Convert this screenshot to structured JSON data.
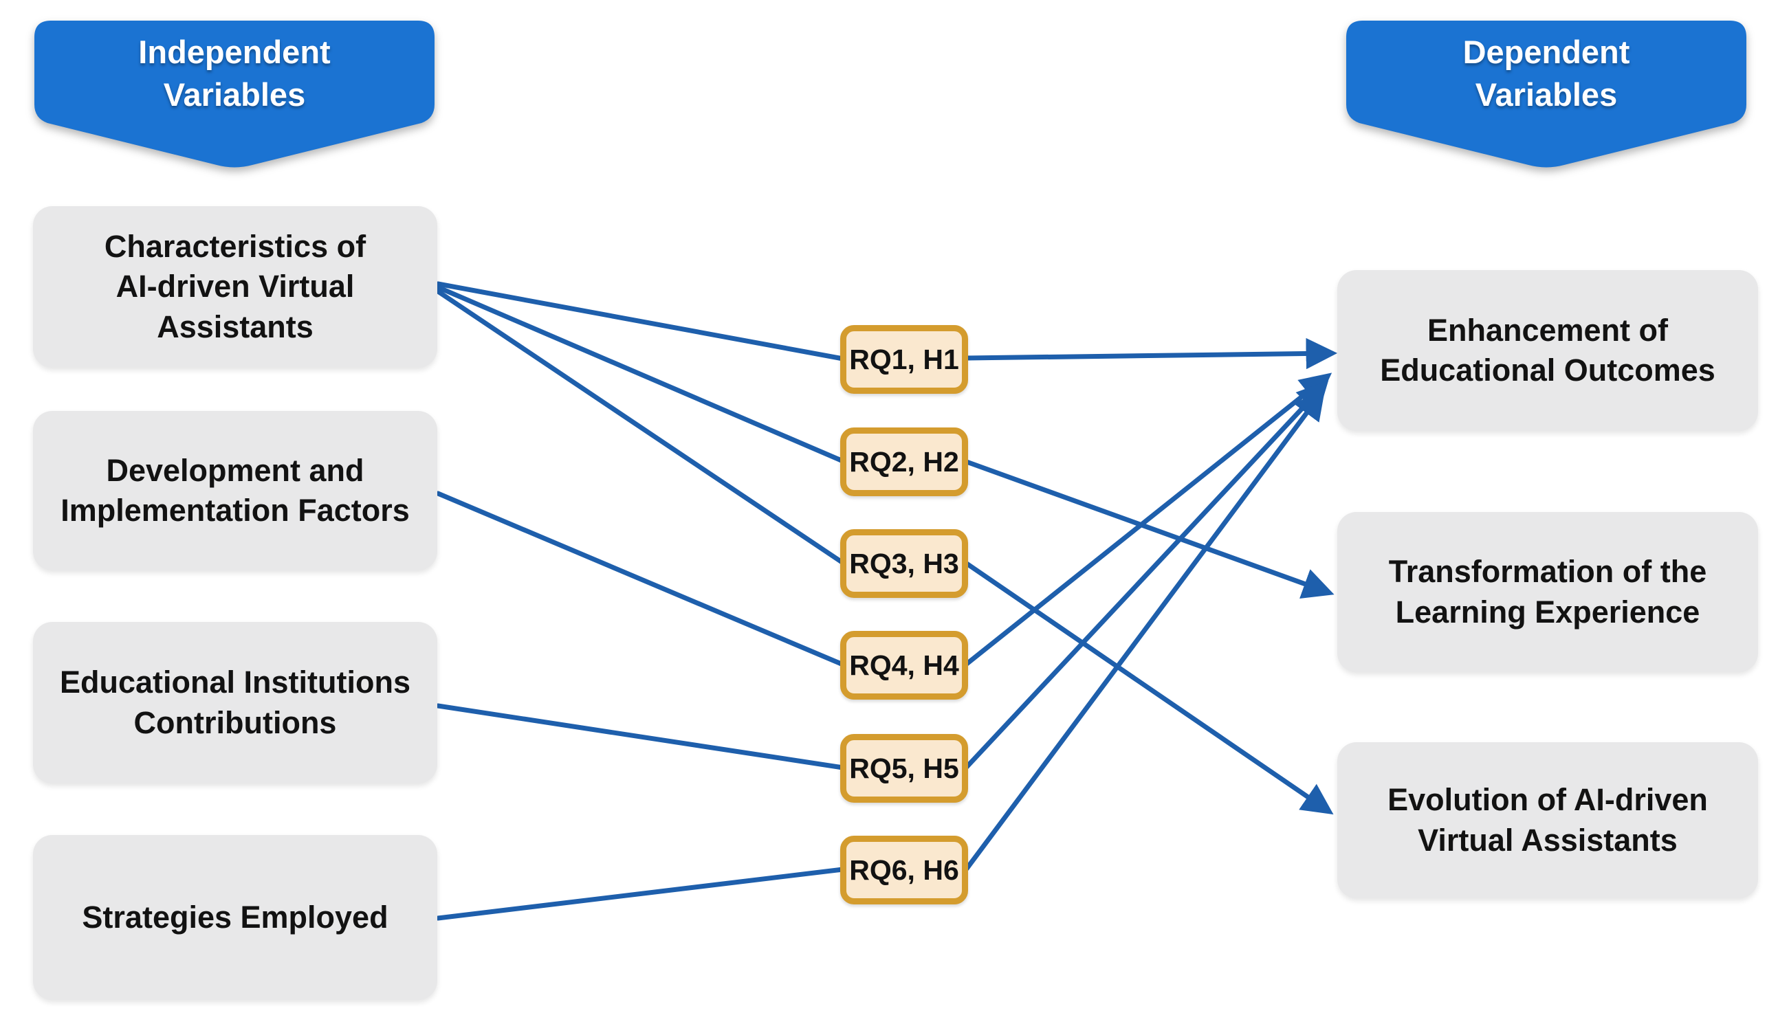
{
  "colors": {
    "banner_blue": "#1B73D2",
    "connector_blue": "#1E5FAC",
    "box_gray": "#E8E8E9",
    "chip_fill": "#FAE8CF",
    "chip_border": "#D49C2E",
    "text_dark": "#121212",
    "banner_text": "#FFFFFF"
  },
  "headers": {
    "independent": "Independent\nVariables",
    "dependent": "Dependent\nVariables"
  },
  "independent_variables": [
    {
      "label": "Characteristics of\nAI-driven Virtual\nAssistants"
    },
    {
      "label": "Development and\nImplementation Factors"
    },
    {
      "label": "Educational Institutions\nContributions"
    },
    {
      "label": "Strategies Employed"
    }
  ],
  "research_links": [
    {
      "label": "RQ1, H1"
    },
    {
      "label": "RQ2, H2"
    },
    {
      "label": "RQ3, H3"
    },
    {
      "label": "RQ4, H4"
    },
    {
      "label": "RQ5, H5"
    },
    {
      "label": "RQ6, H6"
    }
  ],
  "dependent_variables": [
    {
      "label": "Enhancement of\nEducational Outcomes"
    },
    {
      "label": "Transformation of the\nLearning Experience"
    },
    {
      "label": "Evolution of AI-driven\nVirtual Assistants"
    }
  ],
  "connections": [
    {
      "from": "Characteristics of AI-driven Virtual Assistants",
      "via": "RQ1, H1",
      "to": "Enhancement of Educational Outcomes"
    },
    {
      "from": "Characteristics of AI-driven Virtual Assistants",
      "via": "RQ2, H2",
      "to": "Transformation of the Learning Experience"
    },
    {
      "from": "Characteristics of AI-driven Virtual Assistants",
      "via": "RQ3, H3",
      "to": "Evolution of AI-driven Virtual Assistants"
    },
    {
      "from": "Development and Implementation Factors",
      "via": "RQ4, H4",
      "to": "Enhancement of Educational Outcomes"
    },
    {
      "from": "Educational Institutions Contributions",
      "via": "RQ5, H5",
      "to": "Enhancement of Educational Outcomes"
    },
    {
      "from": "Strategies Employed",
      "via": "RQ6, H6",
      "to": "Enhancement of Educational Outcomes"
    }
  ]
}
